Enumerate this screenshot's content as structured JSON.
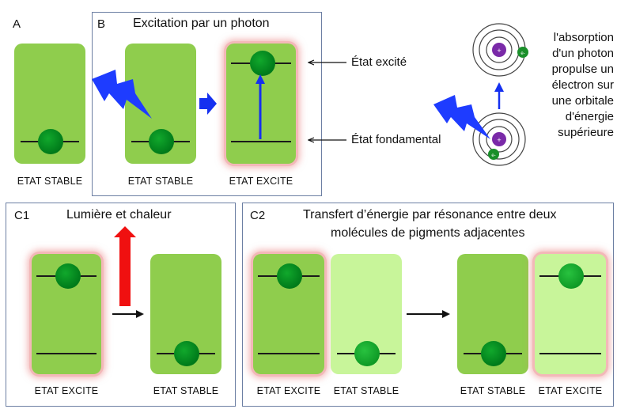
{
  "panel_a": {
    "letter": "A",
    "state_label": "ETAT STABLE"
  },
  "panel_b": {
    "letter": "B",
    "title": "Excitation par un photon",
    "stable_label": "ETAT STABLE",
    "excite_label": "ETAT EXCITE"
  },
  "annotations": {
    "excited_state": "État excité",
    "ground_state": "État fondamental"
  },
  "atom": {
    "text_lines": [
      "l'absorption",
      "d'un photon",
      "propulse un",
      "électron sur",
      "une orbitale",
      "d'énergie",
      "supérieure"
    ],
    "nucleus_sign": "+",
    "electron_sign": "e-"
  },
  "panel_c1": {
    "letter": "C1",
    "title": "Lumière et chaleur",
    "excite_label": "ETAT EXCITE",
    "stable_label": "ETAT STABLE"
  },
  "panel_c2": {
    "letter": "C2",
    "title_line1": "Transfert d’énergie par résonance entre deux",
    "title_line2": "molécules de pigments adjacentes",
    "labels": [
      "ETAT EXCITE",
      "ETAT STABLE",
      "ETAT STABLE",
      "ETAT EXCITE"
    ]
  },
  "colors": {
    "box_dark": "#8fcd4d",
    "box_light": "#c8f59a",
    "electron": "#007a1a",
    "glow": "#f3b8b8",
    "lightning": "#1e3cff",
    "arrow_blue": "#1530f0",
    "arrow_red": "#f01010",
    "nucleus": "#7a2aa8",
    "frame": "#6c7fa3"
  }
}
